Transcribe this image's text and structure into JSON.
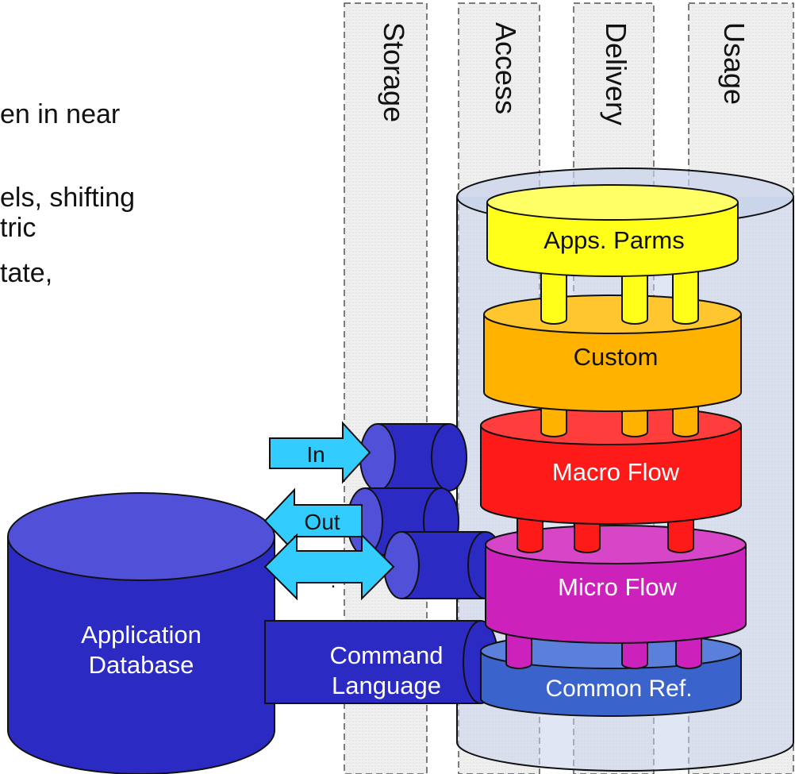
{
  "bullets": [
    "en in near",
    "els, shifting",
    "tric",
    "tate,"
  ],
  "columns": [
    "Storage",
    "Access",
    "Delivery",
    "Usage"
  ],
  "layers": [
    {
      "label": "Apps. Parms",
      "color": "#ffff1a"
    },
    {
      "label": "Custom",
      "color": "#ffb300"
    },
    {
      "label": "Macro Flow",
      "color": "#ff1a1a"
    },
    {
      "label": "Micro Flow",
      "color": "#cc22bb"
    },
    {
      "label": "Common Ref.",
      "color": "#3a64cc"
    }
  ],
  "database": {
    "line1": "Application",
    "line2": "Database",
    "color": "#2b2bc4"
  },
  "command_language": {
    "line1": "Command",
    "line2": "Language"
  },
  "arrows": {
    "in": "In",
    "out": "Out",
    "both": "."
  },
  "colors": {
    "arrow": "#33ccff",
    "column_fill": "#efefef",
    "outer_cylinder": "#c6d2ea",
    "connector": "#2b2bc4"
  }
}
